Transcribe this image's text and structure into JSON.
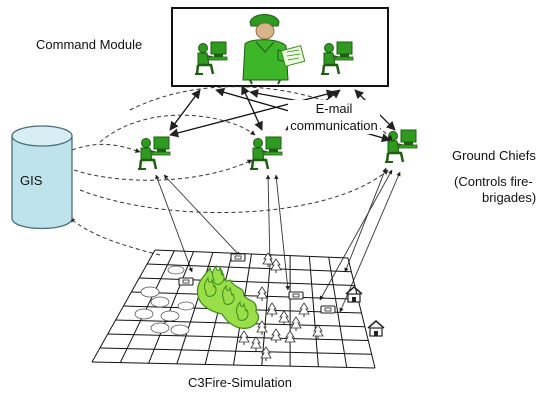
{
  "labels": {
    "command_module": "Command Module",
    "email_line1": "E-mail",
    "email_line2": "communication",
    "gis": "GIS",
    "ground_chiefs": "Ground Chiefs",
    "controls_line1": "(Controls fire-",
    "controls_line2": "brigades)",
    "simulation": "C3Fire-Simulation"
  },
  "colors": {
    "operator_green": "#2f9a1f",
    "operator_dark": "#1d5e12",
    "fire_fill": "#9adf4a",
    "fire_stroke": "#3c8a1a",
    "gis_fill": "#bfe3ec",
    "gis_stroke": "#4b6e78",
    "line": "#222222"
  },
  "icons": [
    "operator-at-computer-icon",
    "commander-figure-icon",
    "database-cylinder-icon",
    "fire-icon",
    "tree-icon",
    "house-icon",
    "vehicle-icon"
  ]
}
